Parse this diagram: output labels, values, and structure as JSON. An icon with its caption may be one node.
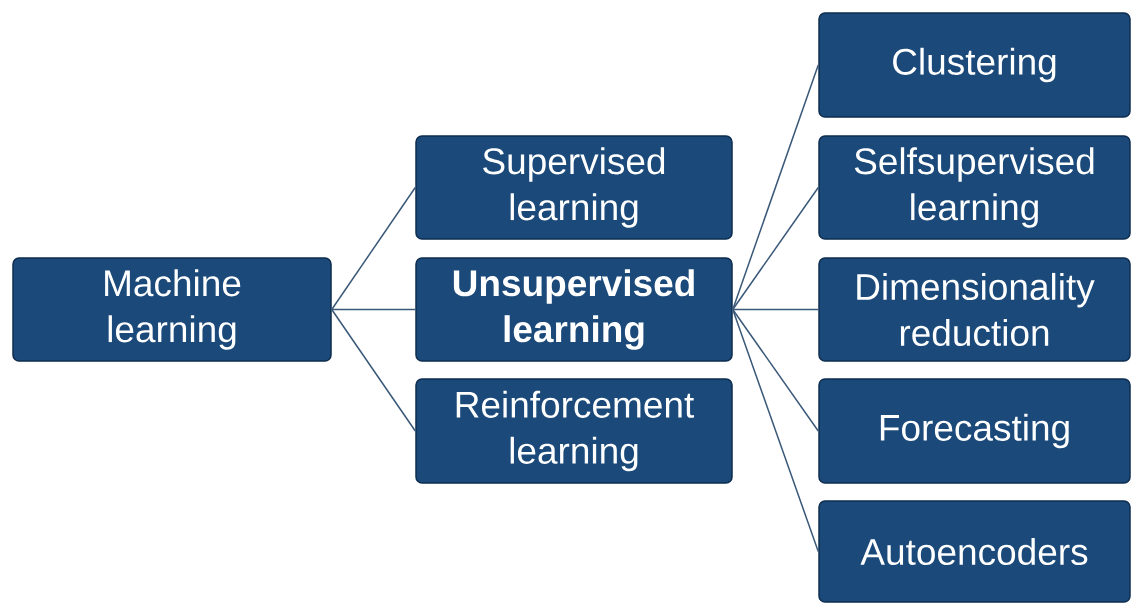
{
  "diagram": {
    "nodes": [
      {
        "text": [
          "Machine learning"
        ]
      },
      {
        "text": [
          "Supervised learning"
        ]
      },
      {
        "text": [
          "Unsupervised learning"
        ]
      },
      {
        "text": [
          "Reinforcement learning"
        ]
      },
      {
        "text": [
          "Clustering"
        ]
      },
      {
        "text": [
          "Selfsupervised learning"
        ]
      },
      {
        "text": [
          "Dimensionality reduction"
        ]
      },
      {
        "text": [
          "Forecasting"
        ]
      },
      {
        "text": [
          "Autoencoders"
        ]
      }
    ],
    "edges": [
      {
        "from": 0,
        "to": 1,
        "arrow": "none"
      },
      {
        "from": 0,
        "to": 2,
        "arrow": "none"
      },
      {
        "from": 0,
        "to": 3,
        "arrow": "none"
      },
      {
        "from": 2,
        "to": 4,
        "arrow": "none"
      },
      {
        "from": 2,
        "to": 5,
        "arrow": "none"
      },
      {
        "from": 2,
        "to": 6,
        "arrow": "none"
      },
      {
        "from": 2,
        "to": 7,
        "arrow": "none"
      },
      {
        "from": 2,
        "to": 8,
        "arrow": "none"
      }
    ]
  }
}
